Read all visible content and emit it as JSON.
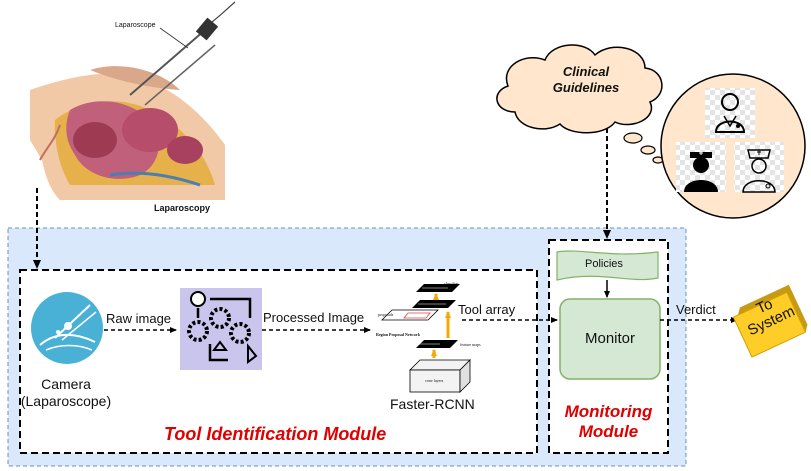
{
  "figure": {
    "laparoscope_label": "Laparoscope",
    "laparoscopy_caption": "Laparoscopy",
    "clinical_guidelines": "Clinical\nGuidelines",
    "camera_label": "Camera\n(Laparoscope)",
    "raw_image_label": "Raw image",
    "processed_image_label": "Processed Image",
    "tool_array_label": "Tool array",
    "faster_rcnn_label": "Faster-RCNN",
    "tool_identification_module": "Tool Identification Module",
    "policies_label": "Policies",
    "monitor_label": "Monitor",
    "monitoring_module": "Monitoring\nModule",
    "verdict_label": "Verdict",
    "to_system_label": "To\nSystem",
    "rcnn_mini": {
      "classifier": "classifier",
      "proposals": "proposals",
      "rpn": "Region Proposal Network",
      "feature_maps": "feature maps",
      "conv_layers": "conv layers"
    }
  },
  "colors": {
    "outer_panel": "#dae8fc",
    "outer_panel_border": "#6c8ebf",
    "monitor_fill": "#d5e8d4",
    "monitor_border": "#82b366",
    "cloud_fill": "#ffe6cc",
    "expert_circle_fill": "#ffe6cc",
    "to_system_fill": "#ffcd28",
    "camera_icon": "#4ab1d6",
    "gear_icon_bg": "#c9c5ec",
    "module_title_red": "#e00000",
    "rcnn_arrow_orange": "#f5a800"
  }
}
